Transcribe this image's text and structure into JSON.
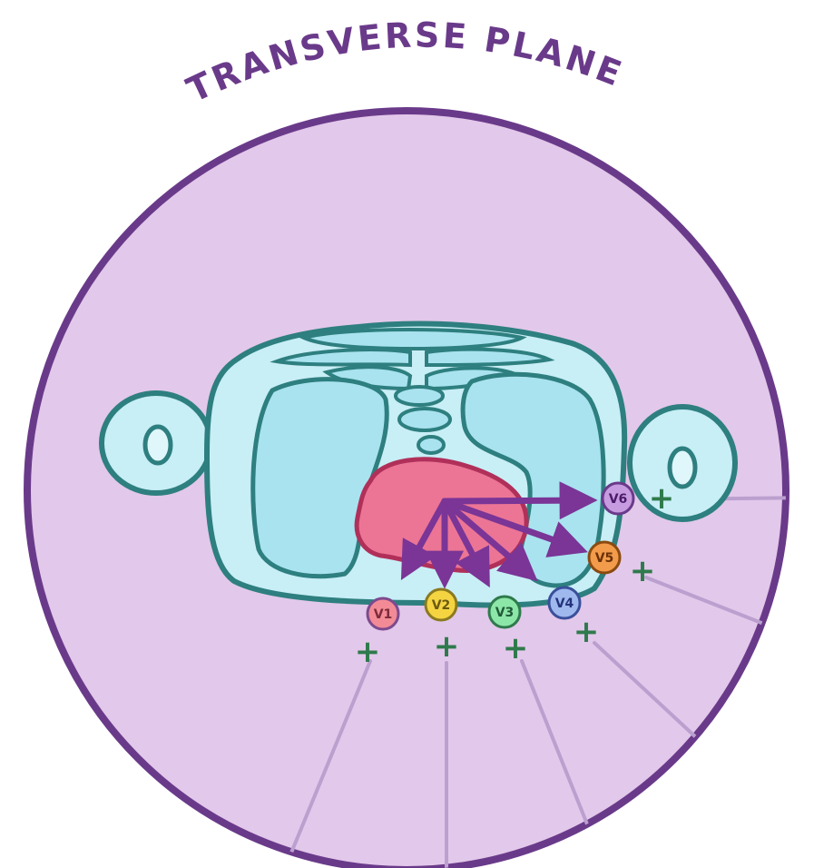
{
  "title": "TRANSVERSE PLANE",
  "plus_symbol": "+",
  "leads": [
    {
      "id": "v1",
      "label": "V1",
      "color": "#f28b95"
    },
    {
      "id": "v2",
      "label": "V2",
      "color": "#f5d442"
    },
    {
      "id": "v3",
      "label": "V3",
      "color": "#8ce6a8"
    },
    {
      "id": "v4",
      "label": "V4",
      "color": "#9fb8ee"
    },
    {
      "id": "v5",
      "label": "V5",
      "color": "#f29b4a"
    },
    {
      "id": "v6",
      "label": "V6",
      "color": "#c79be0"
    }
  ],
  "colors": {
    "background_circle": "#e2c8ea",
    "circle_border": "#6a3a8a",
    "thorax_fill": "#c8eef6",
    "lung_fill": "#a9e3ef",
    "outline": "#2e7f7f",
    "heart_fill": "#ec7595",
    "heart_outline": "#b0305a",
    "vector_arrows": "#7a3596",
    "plus": "#2f7a4c",
    "lead_lines": "#bba0cf"
  }
}
